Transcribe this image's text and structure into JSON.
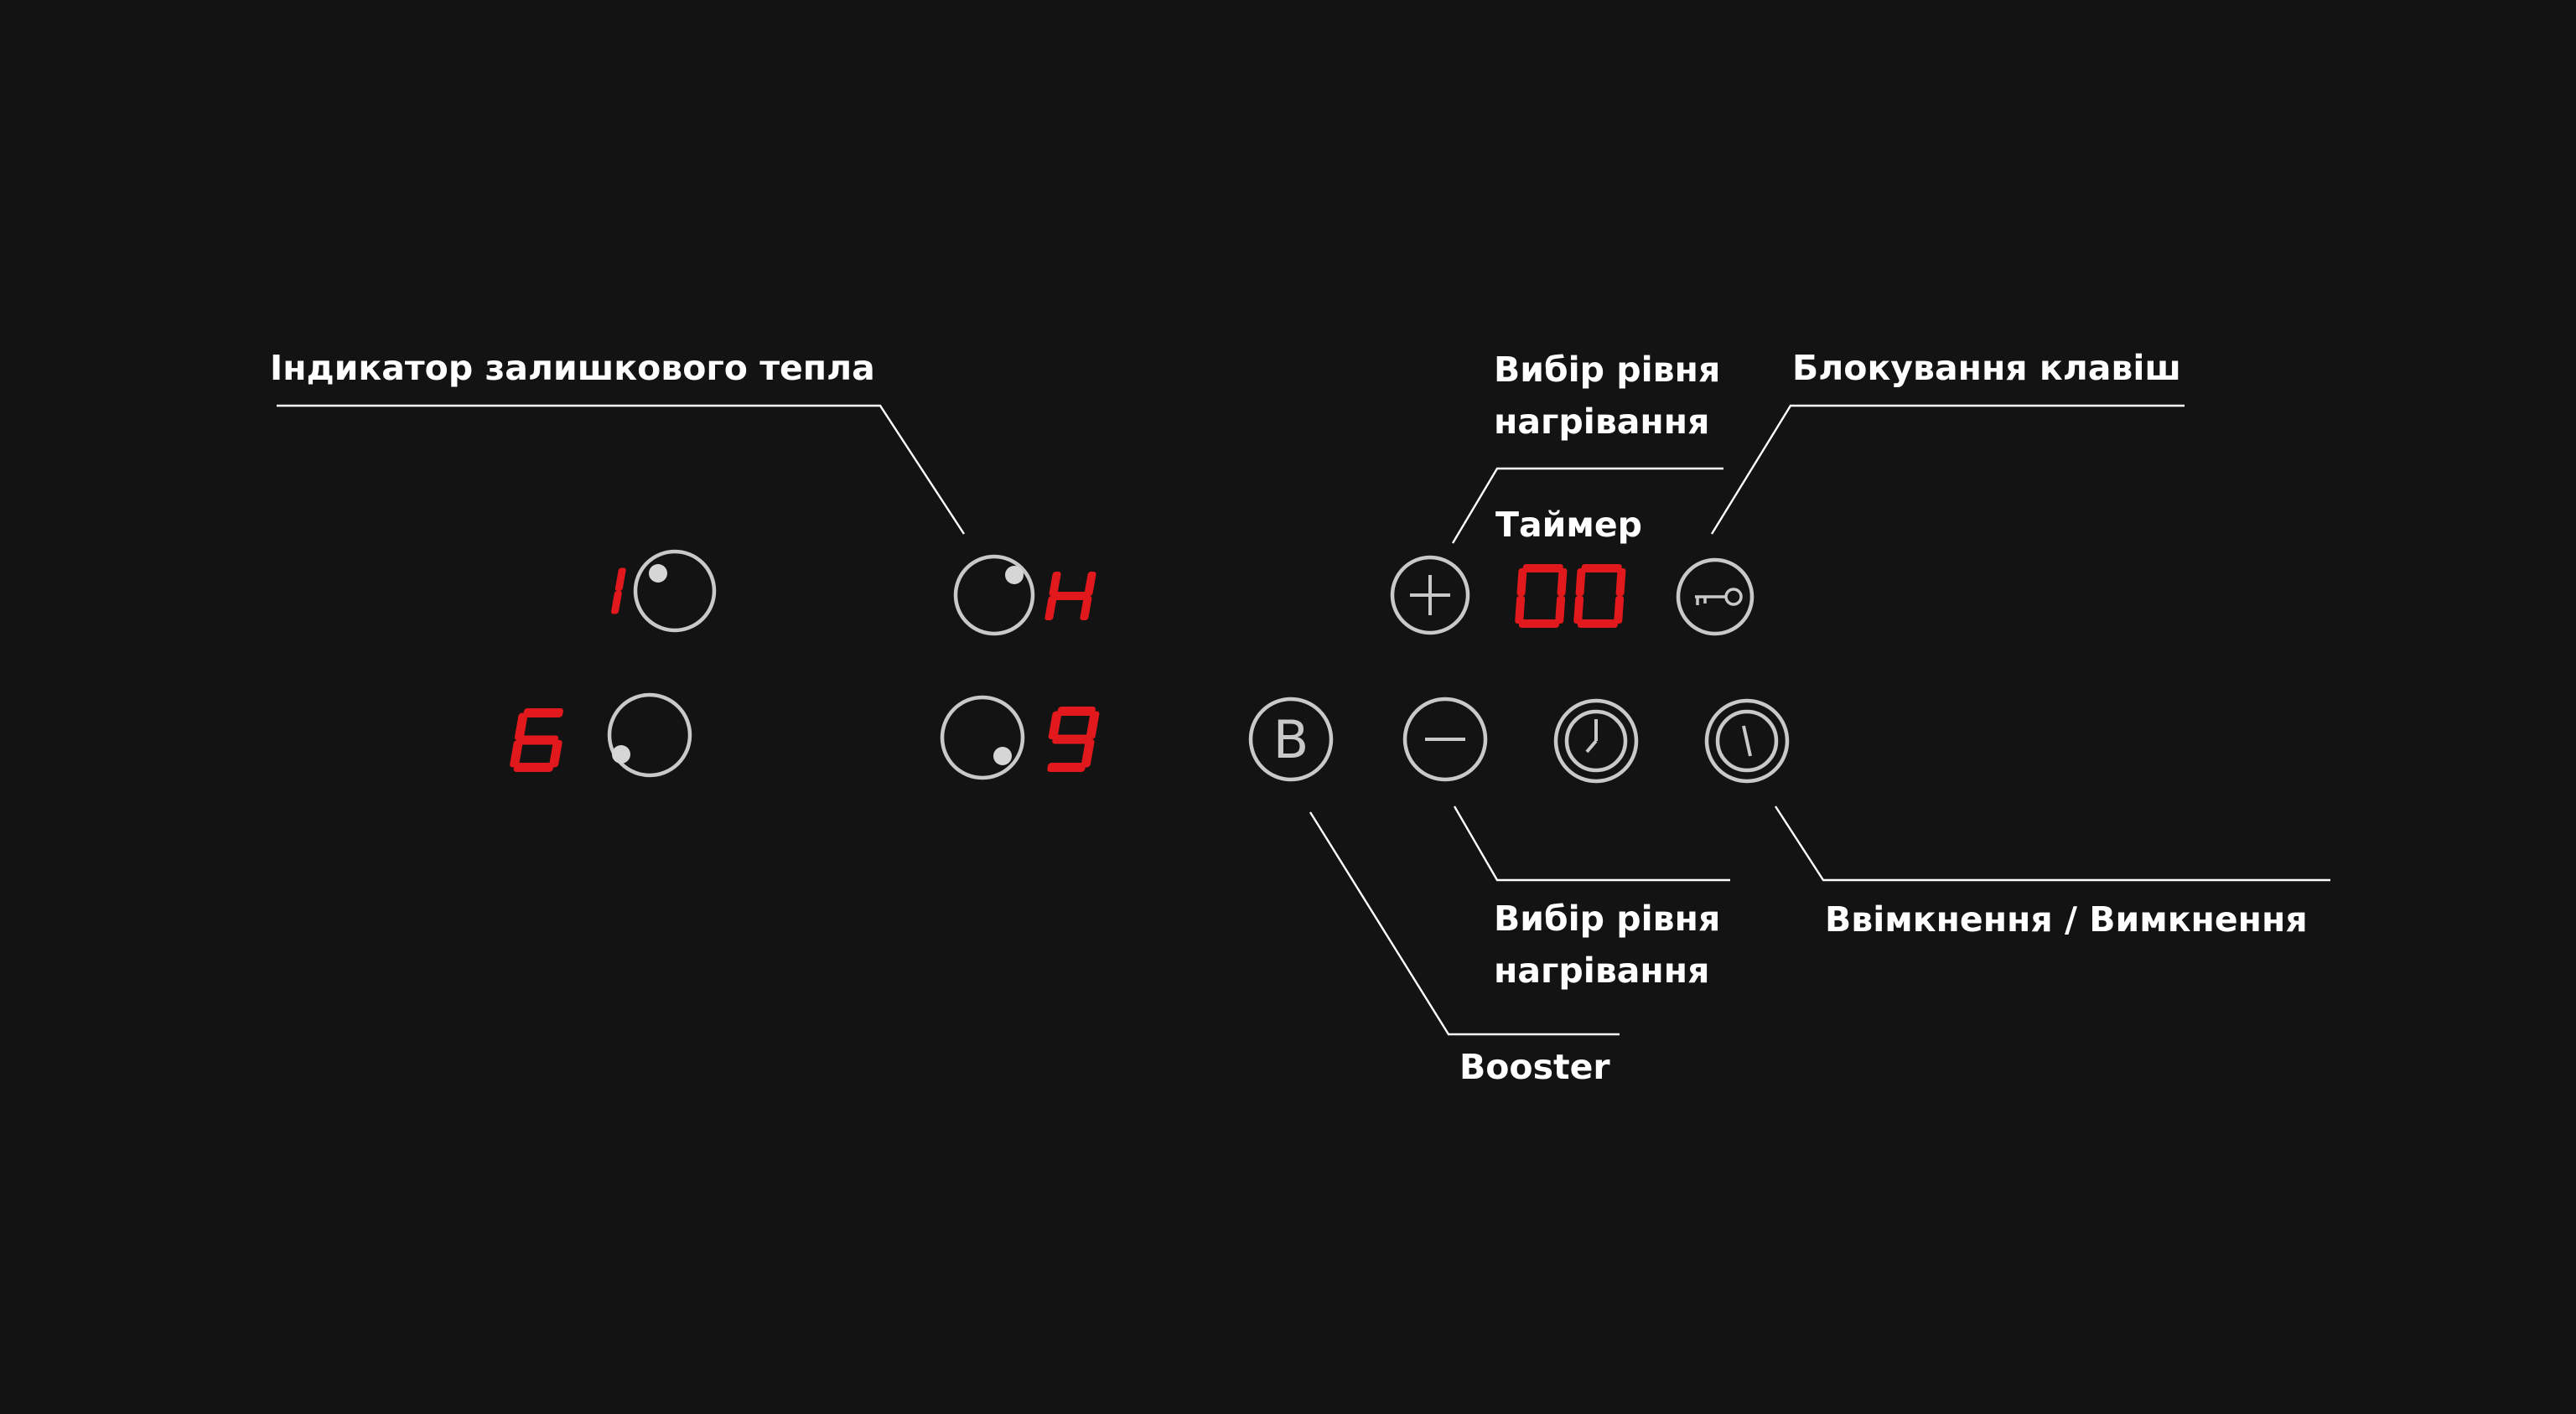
{
  "labels": {
    "residual_heat": "Індикатор залишкового тепла",
    "heat_level_top_line1": "Вибір рівня",
    "heat_level_top_line2": "нагрівання",
    "timer": "Таймер",
    "key_lock": "Блокування клавіш",
    "heat_level_bottom_line1": "Вибір рівня",
    "heat_level_bottom_line2": "нагрівання",
    "power": "Ввімкнення / Вимкнення",
    "booster": "Booster"
  },
  "zones": {
    "front_left": {
      "level": "1"
    },
    "rear_left": {
      "level": "6"
    },
    "front_right": {
      "level": "H"
    },
    "rear_right": {
      "level": "9"
    }
  },
  "timer_display": "00",
  "colors": {
    "background": "#131313",
    "display_red": "#e1191d",
    "ring": "#c9c9c9",
    "label": "#ffffff"
  },
  "icons": {
    "plus": "plus-icon",
    "minus": "minus-icon",
    "booster": "booster-b-icon",
    "timer": "clock-icon",
    "lock": "key-icon",
    "power": "power-icon"
  }
}
